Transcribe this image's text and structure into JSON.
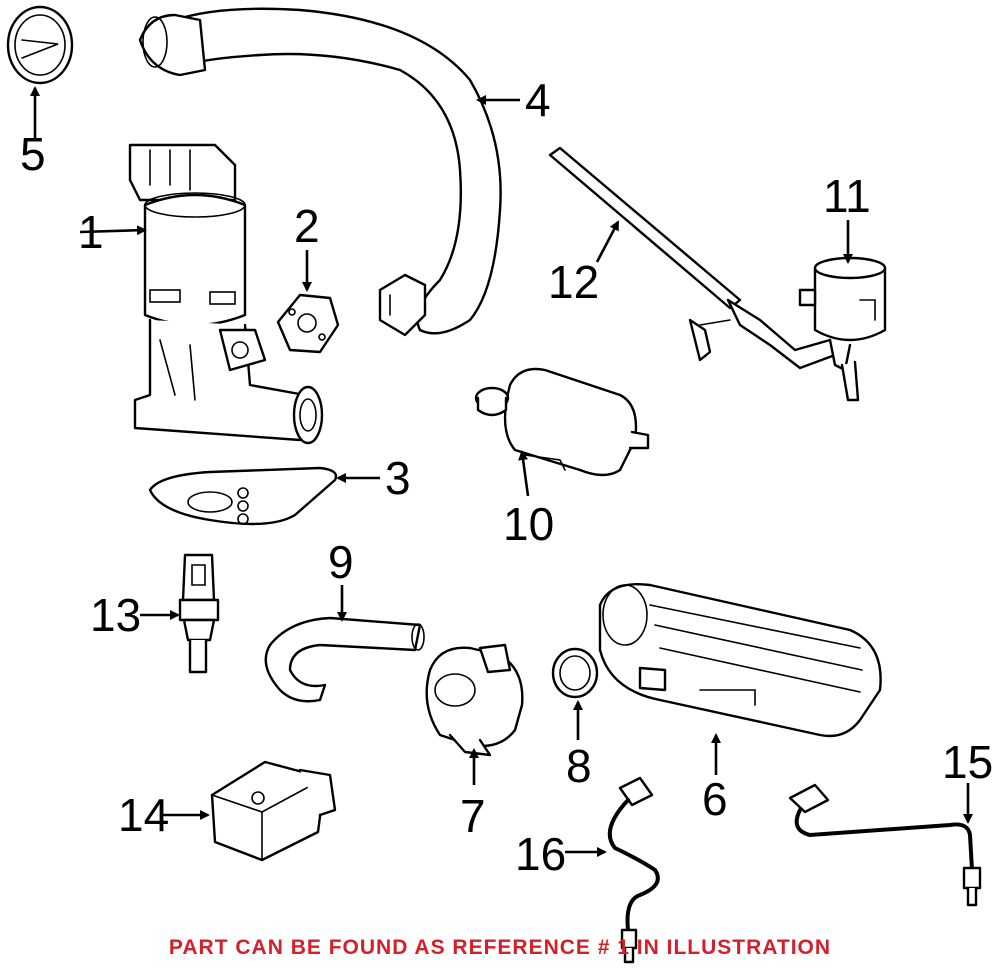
{
  "diagram": {
    "callouts": [
      "1",
      "2",
      "3",
      "4",
      "5",
      "6",
      "7",
      "8",
      "9",
      "10",
      "11",
      "12",
      "13",
      "14",
      "15",
      "16"
    ],
    "parts": [
      {
        "ref": "1",
        "icon": "egr-valve-icon"
      },
      {
        "ref": "2",
        "icon": "gasket-icon"
      },
      {
        "ref": "3",
        "icon": "gasket-plate-icon"
      },
      {
        "ref": "4",
        "icon": "hose-icon"
      },
      {
        "ref": "5",
        "icon": "cap-icon"
      },
      {
        "ref": "6",
        "icon": "canister-icon"
      },
      {
        "ref": "7",
        "icon": "pump-icon"
      },
      {
        "ref": "8",
        "icon": "o-ring-icon"
      },
      {
        "ref": "9",
        "icon": "hose-icon"
      },
      {
        "ref": "10",
        "icon": "filter-icon"
      },
      {
        "ref": "11",
        "icon": "valve-icon"
      },
      {
        "ref": "12",
        "icon": "tube-icon"
      },
      {
        "ref": "13",
        "icon": "sensor-icon"
      },
      {
        "ref": "14",
        "icon": "sensor-icon"
      },
      {
        "ref": "15",
        "icon": "oxygen-sensor-icon"
      },
      {
        "ref": "16",
        "icon": "oxygen-sensor-icon"
      }
    ]
  },
  "footer": {
    "note": "PART CAN BE FOUND AS REFERENCE # 1 IN ILLUSTRATION",
    "note_color": "#d4202a"
  },
  "colors": {
    "line": "#000000",
    "background": "#ffffff"
  }
}
